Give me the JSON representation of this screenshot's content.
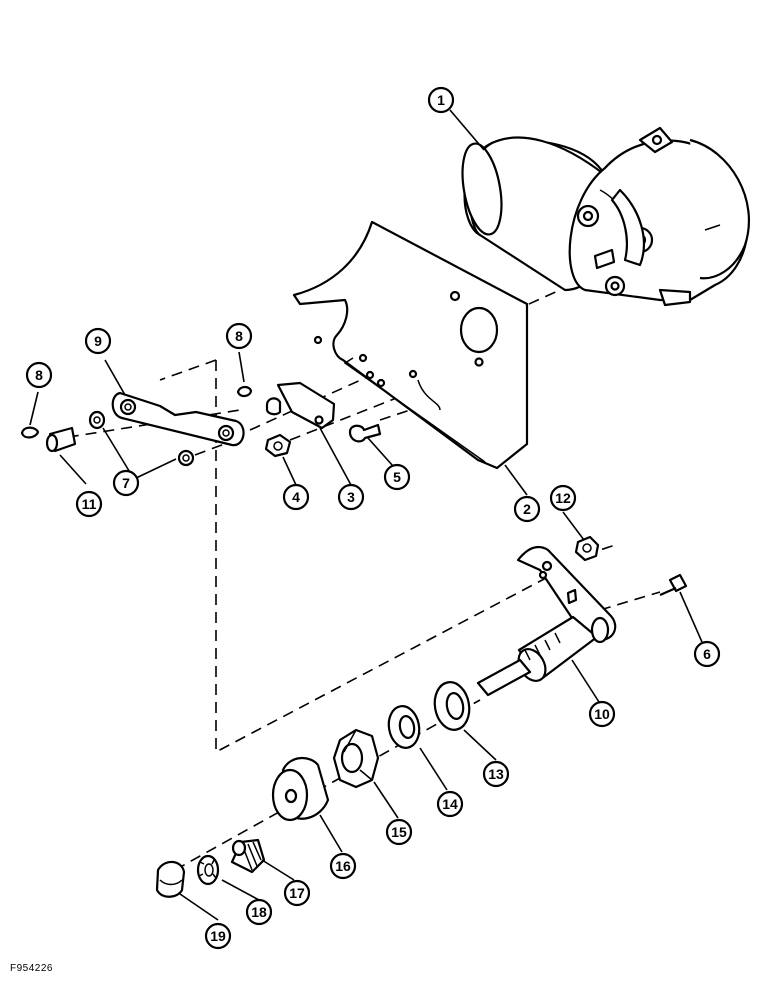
{
  "figure_id": "F954226",
  "callouts": [
    {
      "label": "1"
    },
    {
      "label": "2"
    },
    {
      "label": "3"
    },
    {
      "label": "4"
    },
    {
      "label": "5"
    },
    {
      "label": "6"
    },
    {
      "label": "7"
    },
    {
      "label": "8"
    },
    {
      "label": "8"
    },
    {
      "label": "9"
    },
    {
      "label": "10"
    },
    {
      "label": "11"
    },
    {
      "label": "12"
    },
    {
      "label": "13"
    },
    {
      "label": "14"
    },
    {
      "label": "15"
    },
    {
      "label": "16"
    },
    {
      "label": "17"
    },
    {
      "label": "18"
    },
    {
      "label": "19"
    }
  ]
}
